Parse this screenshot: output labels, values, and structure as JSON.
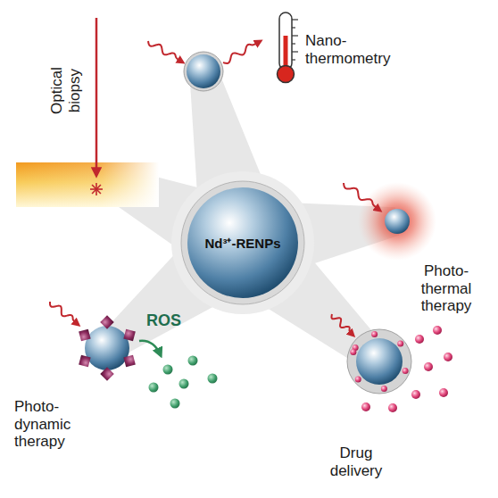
{
  "diagram": {
    "nodes": [
      {
        "text": [
          "Nd³⁺-RENPs"
        ]
      }
    ],
    "labels": [
      "Optical biopsy",
      "Nano- thermometry",
      "Photo- thermal therapy",
      "Photo- dynamic therapy",
      "ROS",
      "Drug delivery"
    ]
  }
}
